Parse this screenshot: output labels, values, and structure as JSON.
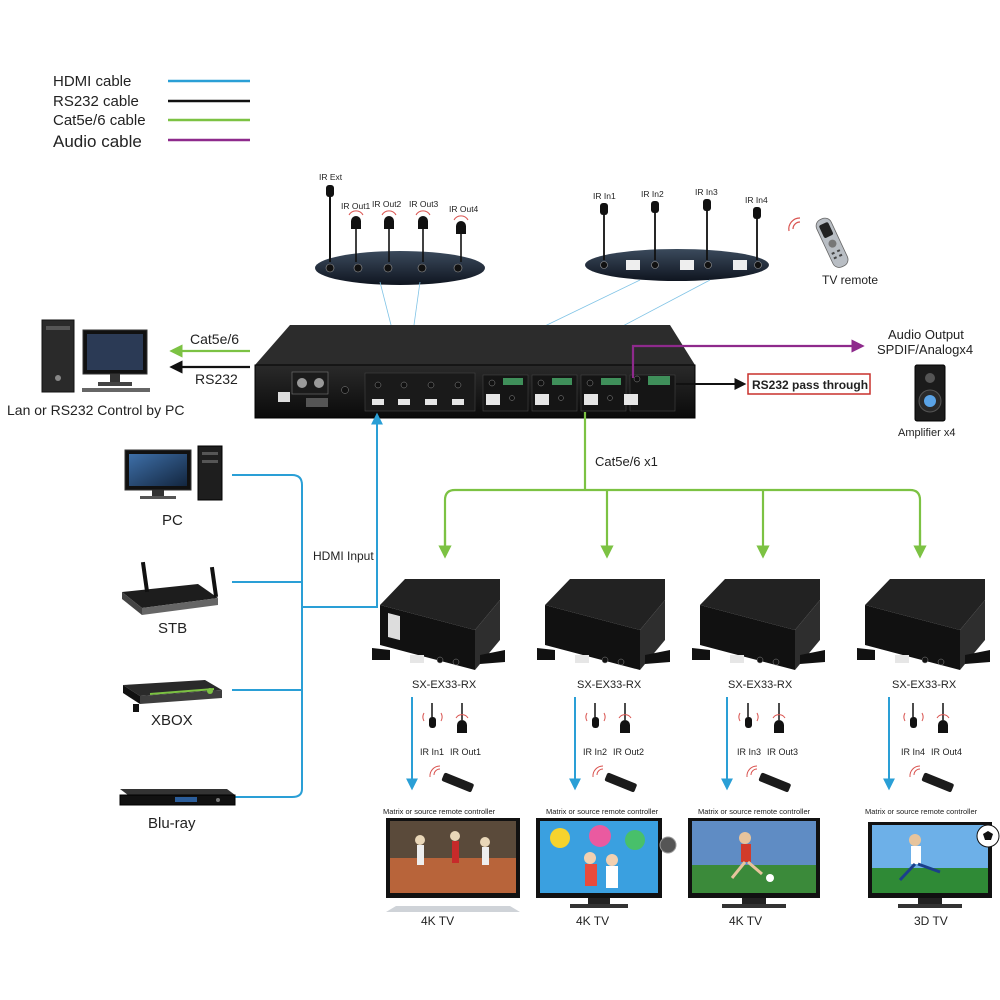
{
  "legend": {
    "items": [
      {
        "label": "HDMI cable",
        "color": "#2a9fd6"
      },
      {
        "label": "RS232 cable",
        "color": "#111111"
      },
      {
        "label": "Cat5e/6 cable",
        "color": "#7cc243"
      },
      {
        "label": "Audio cable",
        "color": "#8e2a8c"
      }
    ]
  },
  "ir_out_panel": {
    "ext_label": "IR Ext",
    "labels": [
      "IR Out1",
      "IR Out2",
      "IR Out3",
      "IR Out4"
    ]
  },
  "ir_in_panel": {
    "labels": [
      "IR In1",
      "IR In2",
      "IR In3",
      "IR In4"
    ]
  },
  "tv_remote": {
    "label": "TV remote"
  },
  "pc_control": {
    "cat_label": "Cat5e/6",
    "rs232_label": "RS232",
    "caption": "Lan or RS232 Control by PC"
  },
  "audio": {
    "title_line1": "Audio Output",
    "title_line2": "SPDIF/Analogx4",
    "amplifier_label": "Amplifier x4"
  },
  "rs232_pass": {
    "label": "RS232 pass through"
  },
  "cat_x1": {
    "label": "Cat5e/6 x1"
  },
  "hdmi_input": {
    "label": "HDMI Input"
  },
  "sources": [
    {
      "label": "PC",
      "icon": "pc-icon"
    },
    {
      "label": "STB",
      "icon": "router-icon"
    },
    {
      "label": "XBOX",
      "icon": "xbox-console-icon"
    },
    {
      "label": "Blu-ray",
      "icon": "bluray-player-icon"
    }
  ],
  "receivers": [
    {
      "model": "SX-EX33-RX",
      "ir_in": "IR In1",
      "ir_out": "IR Out1",
      "controller": "Matrix or source remote controller",
      "tv": "4K TV"
    },
    {
      "model": "SX-EX33-RX",
      "ir_in": "IR In2",
      "ir_out": "IR Out2",
      "controller": "Matrix or source remote controller",
      "tv": "4K TV"
    },
    {
      "model": "SX-EX33-RX",
      "ir_in": "IR In3",
      "ir_out": "IR Out3",
      "controller": "Matrix or source remote controller",
      "tv": "4K TV"
    },
    {
      "model": "SX-EX33-RX",
      "ir_in": "IR In4",
      "ir_out": "IR Out4",
      "controller": "Matrix or source remote controller",
      "tv": "3D TV"
    }
  ]
}
